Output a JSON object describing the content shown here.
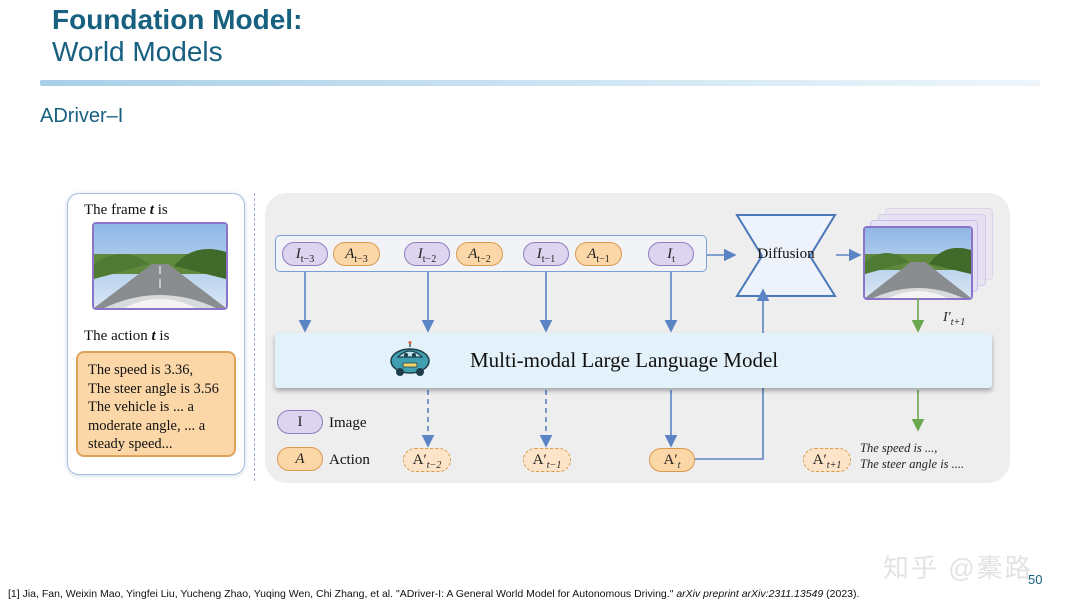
{
  "header": {
    "title_line1": "Foundation Model:",
    "title_line2": "World Models",
    "subtitle": "ADriver–I"
  },
  "left_panel": {
    "frame_label_prefix": "The frame ",
    "frame_label_var": "t",
    "frame_label_suffix": " is",
    "action_label_prefix": "The action ",
    "action_label_var": "t",
    "action_label_suffix": " is",
    "action_lines": [
      "The speed is 3.36,",
      "The steer angle is 3.56",
      "The vehicle is ... a",
      "moderate angle, ... a",
      "steady speed..."
    ]
  },
  "diagram": {
    "input_tokens": [
      {
        "type": "image",
        "base": "I",
        "sub": "t−3"
      },
      {
        "type": "action",
        "base": "A",
        "sub": "t−3"
      },
      {
        "type": "image",
        "base": "I",
        "sub": "t−2"
      },
      {
        "type": "action",
        "base": "A",
        "sub": "t−2"
      },
      {
        "type": "image",
        "base": "I",
        "sub": "t−1"
      },
      {
        "type": "action",
        "base": "A",
        "sub": "t−1"
      },
      {
        "type": "image",
        "base": "I",
        "sub": "t"
      }
    ],
    "diffusion_label": "Diffusion",
    "output_image_label": {
      "base": "I′",
      "sub": "t+1"
    },
    "mllm_label": "Multi-modal Large Language Model",
    "output_tokens": [
      {
        "base": "A′",
        "sub": "t−2"
      },
      {
        "base": "A′",
        "sub": "t−1"
      },
      {
        "base": "A′",
        "sub": "t"
      },
      {
        "base": "A′",
        "sub": "t+1"
      }
    ],
    "output_text_lines": [
      "The speed is ...,",
      "The steer angle is ...."
    ],
    "legend": [
      {
        "symbol": "I",
        "label": "Image"
      },
      {
        "symbol": "A",
        "label": "Action"
      }
    ]
  },
  "footer": {
    "citation_main": "[1] Jia, Fan, Weixin Mao, Yingfei Liu, Yucheng Zhao, Yuqing Wen, Chi Zhang, et al. \"ADriver-I: A General World Model for Autonomous Driving.\" ",
    "citation_italic": "arXiv preprint arXiv:2311.13549",
    "citation_end": " (2023).",
    "page_number": "50",
    "watermark": "知乎 @橐路"
  }
}
